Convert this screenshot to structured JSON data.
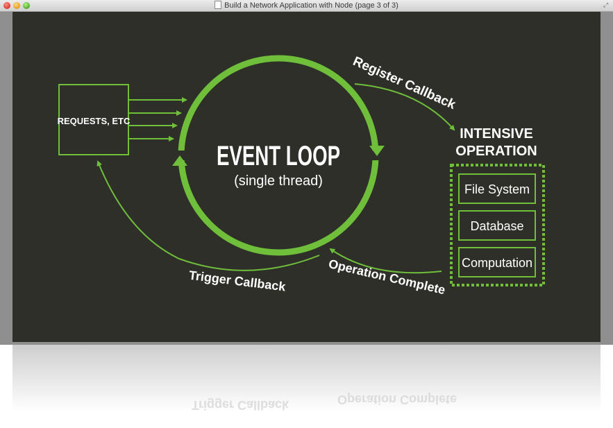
{
  "window": {
    "title": "Build a Network Application with Node (page 3 of 3)"
  },
  "diagram": {
    "requests_label": "REQUESTS, ETC",
    "event_loop_title": "EVENT LOOP",
    "event_loop_subtitle": "(single thread)",
    "register_callback": "Register Callback",
    "intensive_line1": "INTENSIVE",
    "intensive_line2": "OPERATION",
    "ops": [
      "File System",
      "Database",
      "Computation"
    ],
    "operation_complete": "Operation Complete",
    "trigger_callback": "Trigger Callback",
    "accent_color": "#6fbf3b",
    "background_color": "#2f2f2a"
  },
  "reflection": {
    "trigger_callback": "Trigger Callback",
    "operation_complete": "Operation Complete"
  }
}
